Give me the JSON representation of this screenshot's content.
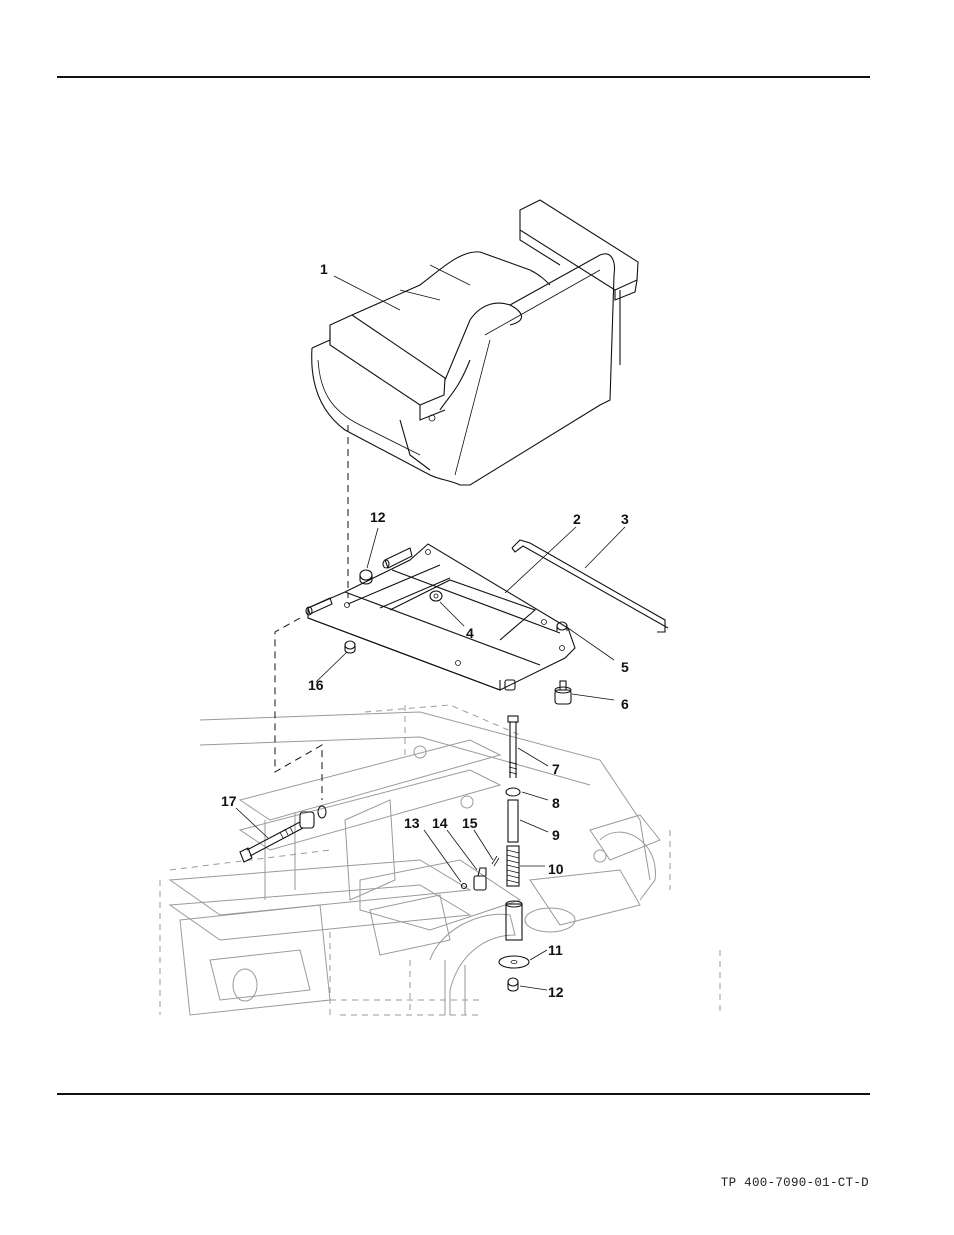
{
  "figure": {
    "callouts": [
      "1",
      "2",
      "3",
      "4",
      "5",
      "6",
      "7",
      "8",
      "9",
      "10",
      "11",
      "12",
      "12",
      "13",
      "14",
      "15",
      "16",
      "17"
    ]
  },
  "footer": {
    "document_code": "TP 400-7090-01-CT-D"
  }
}
